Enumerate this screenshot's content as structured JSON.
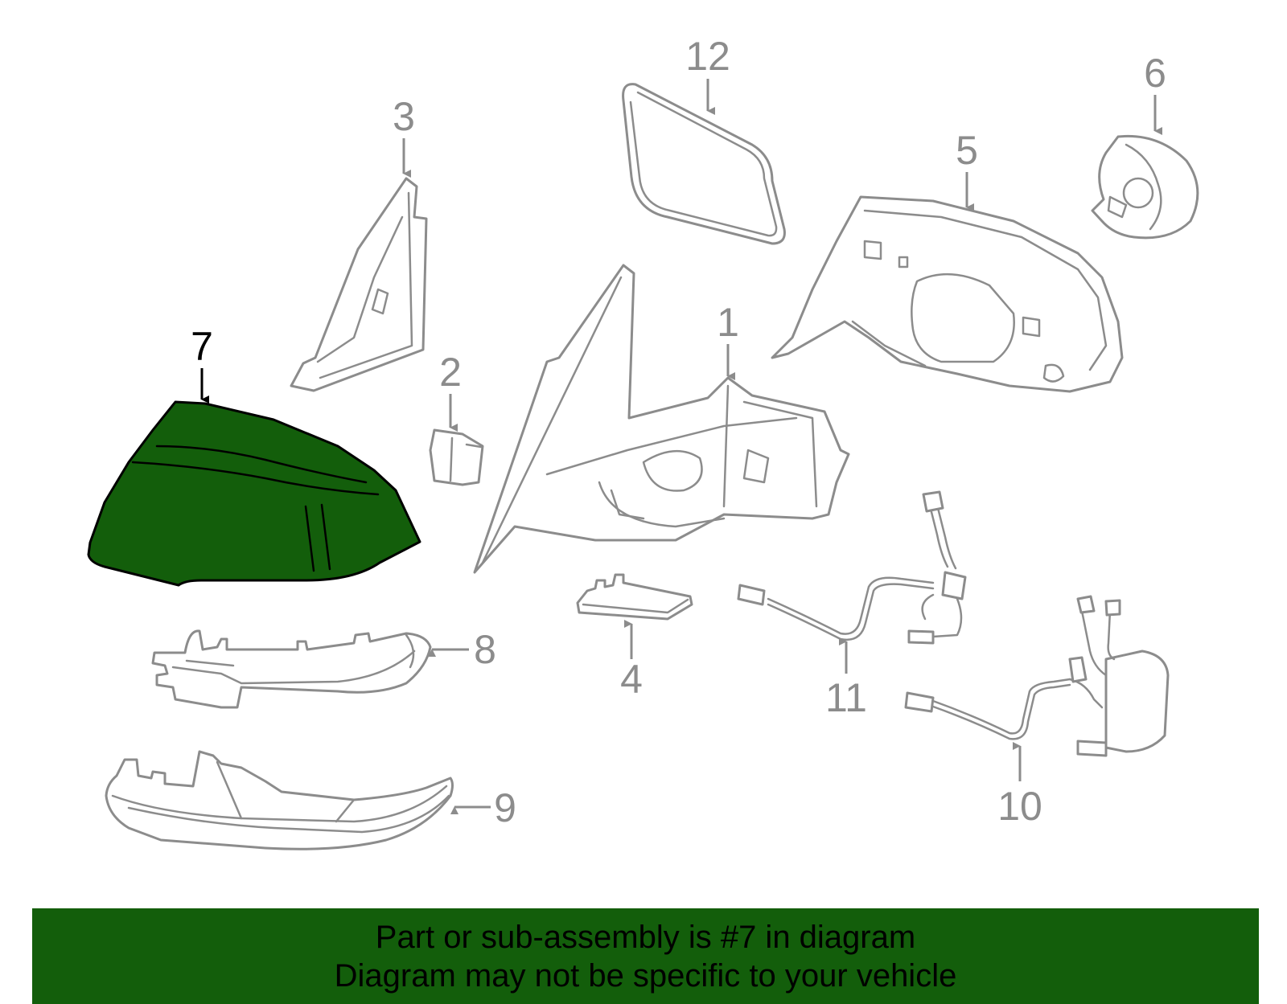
{
  "colors": {
    "highlight": "#135e0b",
    "banner": "#135e0b",
    "line": "#8c8c8c",
    "active_line": "#000000"
  },
  "diagram": {
    "highlighted_part": "7",
    "callouts": [
      "1",
      "2",
      "3",
      "4",
      "5",
      "6",
      "7",
      "8",
      "9",
      "10",
      "11",
      "12"
    ]
  },
  "banner": {
    "line1": "Part or sub-assembly is #7 in diagram",
    "line2": "Diagram may not be specific to your vehicle"
  }
}
